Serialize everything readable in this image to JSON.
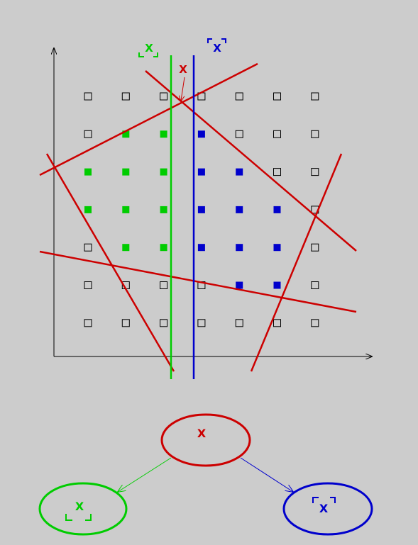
{
  "colors": {
    "background": "#cccccc",
    "axis": "#000000",
    "red": "#cc0000",
    "green": "#00cc00",
    "blue": "#0000cc",
    "empty_square_stroke": "#000000"
  },
  "labels": {
    "real": "X",
    "floor": "X",
    "ceil": "X",
    "node_real": "X",
    "node_floor": "X",
    "node_ceil": "X"
  },
  "grid": {
    "rows": 7,
    "cols": 7,
    "cells": [
      [
        "empty",
        "empty",
        "empty",
        "empty",
        "empty",
        "empty",
        "empty"
      ],
      [
        "empty",
        "green",
        "green",
        "blue",
        "empty",
        "empty",
        "empty"
      ],
      [
        "green",
        "green",
        "green",
        "blue",
        "blue",
        "empty",
        "empty"
      ],
      [
        "green",
        "green",
        "green",
        "blue",
        "blue",
        "blue",
        "empty"
      ],
      [
        "empty",
        "green",
        "green",
        "blue",
        "blue",
        "blue",
        "empty"
      ],
      [
        "empty",
        "empty",
        "empty",
        "empty",
        "blue",
        "blue",
        "empty"
      ],
      [
        "empty",
        "empty",
        "empty",
        "empty",
        "empty",
        "empty",
        "empty"
      ]
    ]
  },
  "tree": {
    "root": "x-real",
    "children": [
      "x-floor",
      "x-ceil"
    ]
  }
}
